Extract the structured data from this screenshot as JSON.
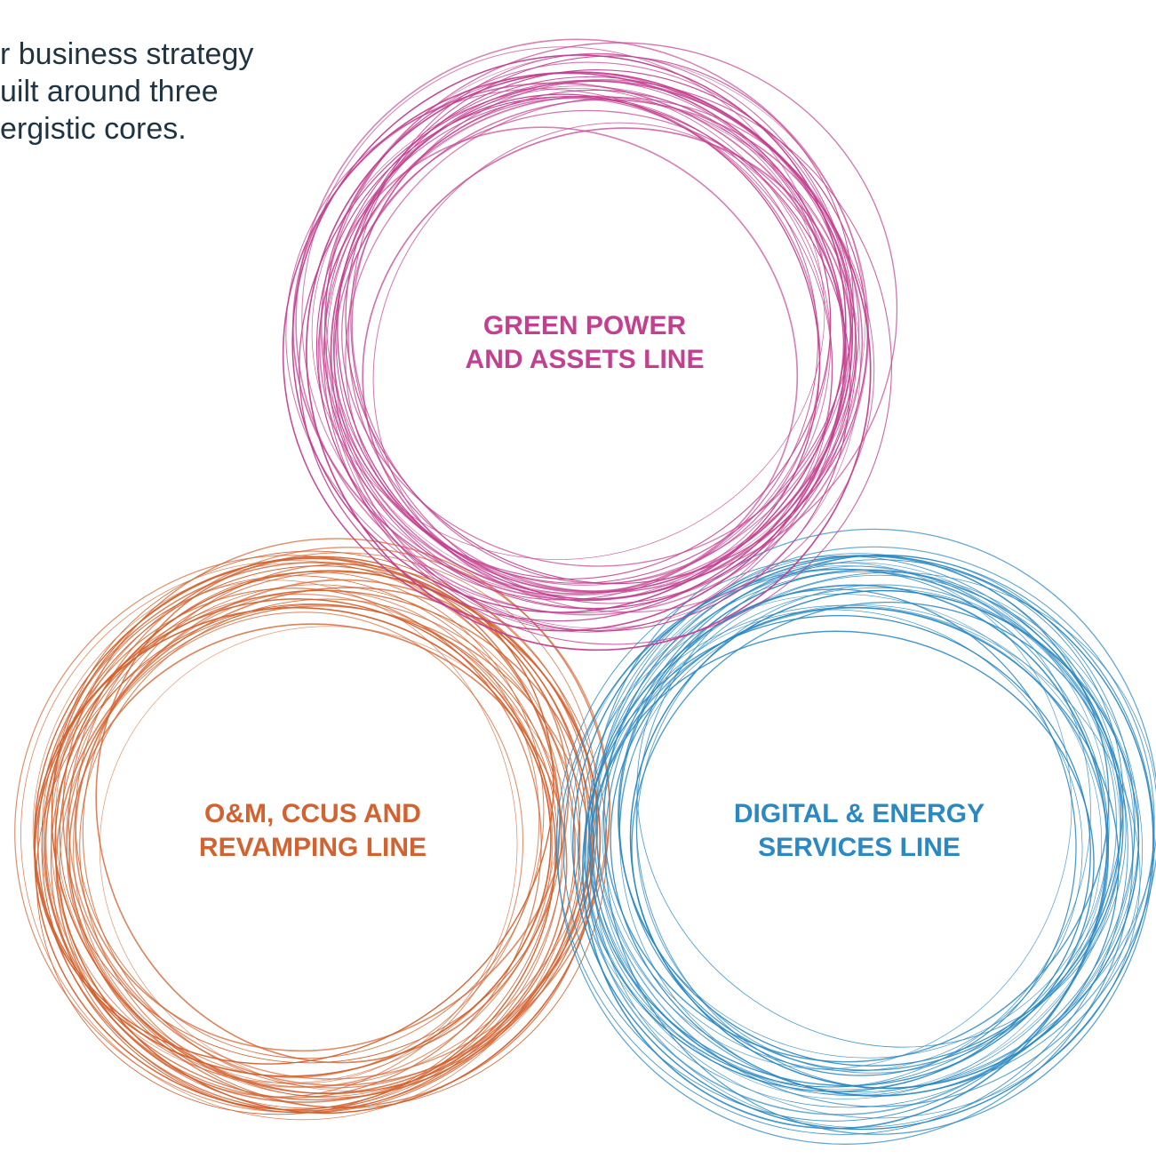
{
  "intro": {
    "lines": [
      "r business strategy",
      "uilt around three",
      "ergistic cores."
    ]
  },
  "cores": [
    {
      "id": "green",
      "lines": [
        "GREEN POWER",
        "AND ASSETS LINE"
      ],
      "color": "#c2408f"
    },
    {
      "id": "om",
      "lines": [
        "O&M, CCUS AND",
        "REVAMPING LINE"
      ],
      "color": "#d2622f"
    },
    {
      "id": "digital",
      "lines": [
        "DIGITAL & ENERGY",
        "SERVICES LINE"
      ],
      "color": "#2a88c2"
    }
  ],
  "background_color": "#ffffff",
  "text_color": "#1f3340"
}
